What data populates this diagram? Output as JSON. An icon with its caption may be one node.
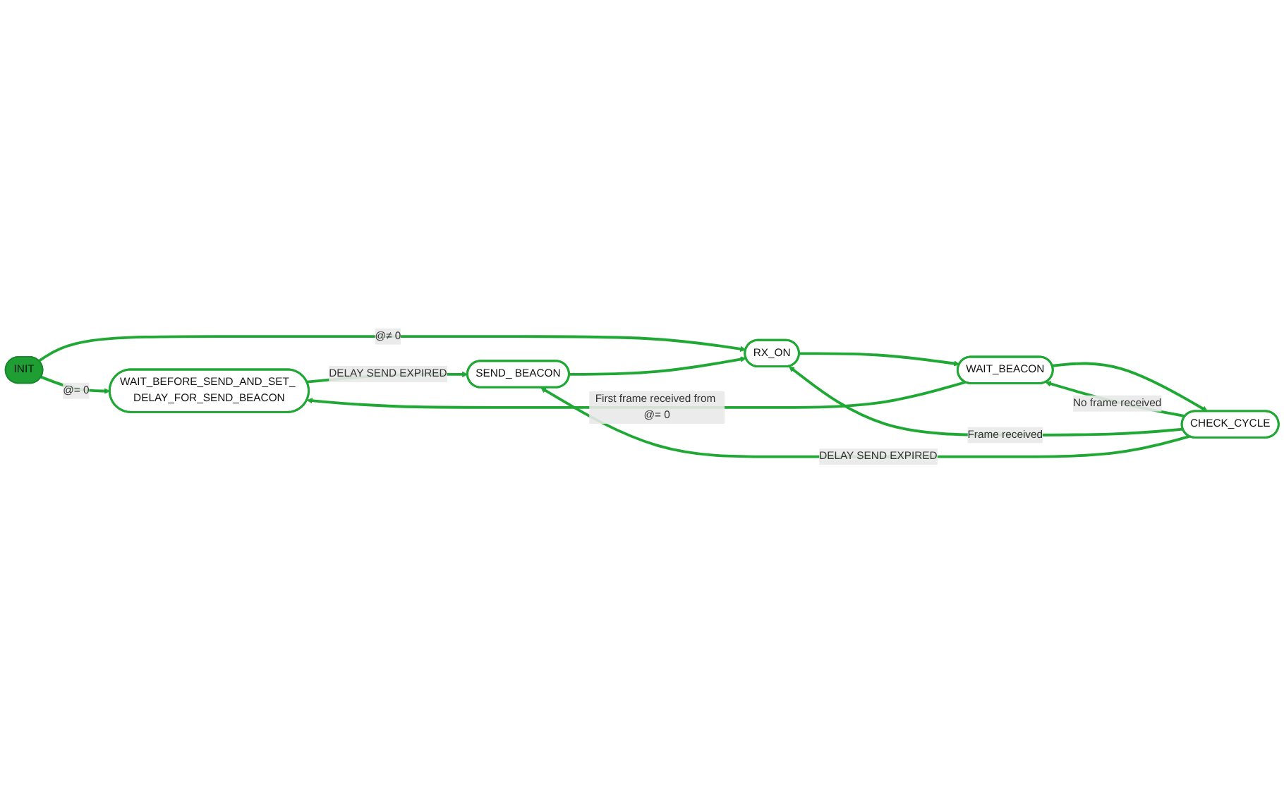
{
  "diagram": {
    "nodes": [
      {
        "text": [
          "INIT"
        ]
      },
      {
        "text": [
          "WAIT_BEFORE_SEND_AND_SET_ DELAY_FOR_SEND_BEACON"
        ]
      },
      {
        "text": [
          "SEND_ BEACON"
        ]
      },
      {
        "text": [
          "RX_ON"
        ]
      },
      {
        "text": [
          "WAIT_BEACON"
        ]
      },
      {
        "text": [
          "CHECK_CYCLE"
        ]
      }
    ],
    "edges": [
      {
        "from": 0,
        "to": 1,
        "arrow": "to",
        "label": "@= 0"
      },
      {
        "from": 0,
        "to": 3,
        "arrow": "to",
        "label": "@≠ 0"
      },
      {
        "from": 1,
        "to": 2,
        "arrow": "to",
        "label": "DELAY SEND EXPIRED"
      },
      {
        "from": 4,
        "to": 1,
        "arrow": "to",
        "label": "First frame received from @= 0"
      },
      {
        "from": 3,
        "to": 4,
        "arrow": "to"
      },
      {
        "from": 4,
        "to": 5,
        "arrow": "to"
      },
      {
        "from": 5,
        "to": 4,
        "arrow": "to",
        "label": "No frame received"
      },
      {
        "from": 5,
        "to": 3,
        "arrow": "to",
        "label": "Frame received"
      },
      {
        "from": 5,
        "to": 2,
        "arrow": "to",
        "label": "DELAY SEND EXPIRED"
      },
      {
        "from": 2,
        "to": 3,
        "arrow": "to"
      }
    ]
  }
}
